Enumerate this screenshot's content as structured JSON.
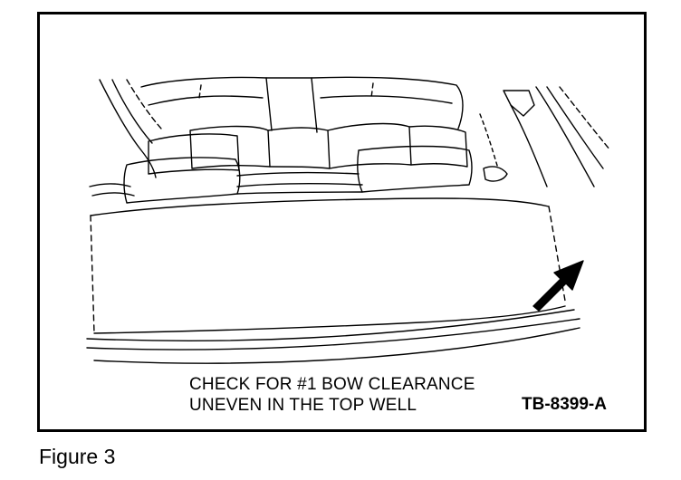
{
  "caption": {
    "line1": "CHECK FOR #1 BOW CLEARANCE",
    "line2": "UNEVEN IN THE TOP WELL"
  },
  "figure_code": "TB-8399-A",
  "figure_label": "Figure 3"
}
